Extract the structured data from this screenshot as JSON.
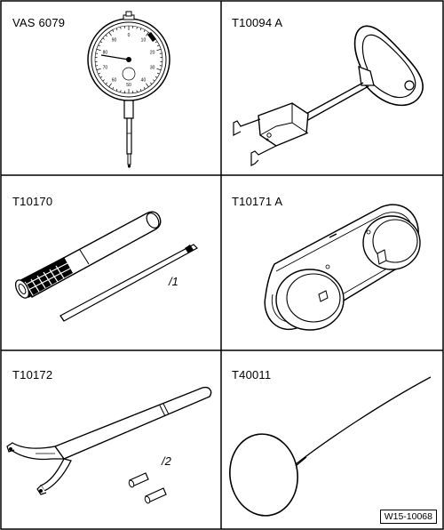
{
  "tools": [
    {
      "name": "VAS 6079"
    },
    {
      "name": "T10094 A"
    },
    {
      "name": "T10170",
      "sub_label": "/1"
    },
    {
      "name": "T10171 A"
    },
    {
      "name": "T10172",
      "sub_label": "/2"
    },
    {
      "name": "T40011"
    }
  ],
  "figure_ref": "W15-10068",
  "dial_numbers": [
    "0",
    "10",
    "20",
    "30",
    "40",
    "50",
    "60",
    "70",
    "80",
    "90"
  ]
}
